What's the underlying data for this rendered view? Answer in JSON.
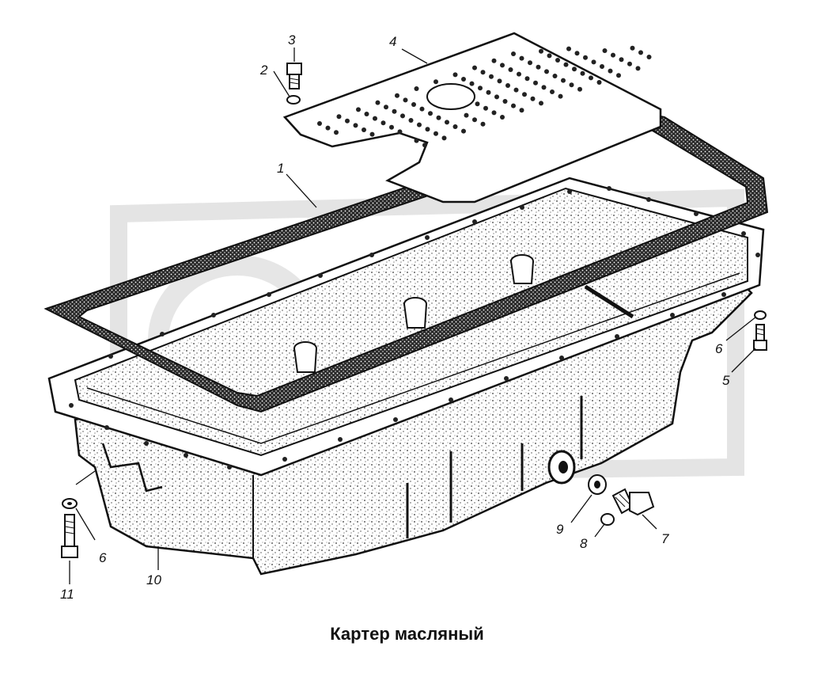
{
  "caption": "Картер масляный",
  "callouts": {
    "c1": "1",
    "c2": "2",
    "c3": "3",
    "c4": "4",
    "c5": "5",
    "c6a": "6",
    "c6b": "6",
    "c7": "7",
    "c8": "8",
    "c9": "9",
    "c10": "10",
    "c11": "11"
  },
  "colors": {
    "line": "#111111",
    "watermark": "#e2e2e2",
    "background": "#ffffff"
  }
}
